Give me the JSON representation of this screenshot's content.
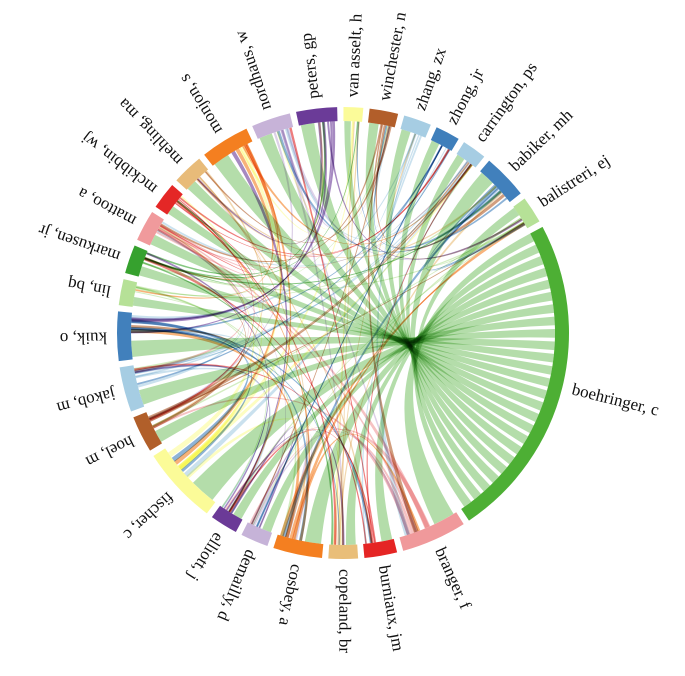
{
  "diagram": {
    "type": "chord",
    "authors": [
      {
        "name": "boehringer, c",
        "color": "#4daf34",
        "weight": 40
      },
      {
        "name": "branger, f",
        "color": "#f0999b",
        "weight": 8
      },
      {
        "name": "burniaux, jm",
        "color": "#e52524",
        "weight": 4
      },
      {
        "name": "copeland, br",
        "color": "#e9be79",
        "weight": 3.6
      },
      {
        "name": "cosbey, a",
        "color": "#f47f20",
        "weight": 6
      },
      {
        "name": "demailly, d",
        "color": "#c6b3d8",
        "weight": 3.4
      },
      {
        "name": "elliott, j",
        "color": "#6b3a97",
        "weight": 3.4
      },
      {
        "name": "fischer, c",
        "color": "#fbfb98",
        "weight": 9.5
      },
      {
        "name": "hoel, m",
        "color": "#b15f2a",
        "weight": 4.5
      },
      {
        "name": "jakob, m",
        "color": "#a6cde3",
        "weight": 5.5
      },
      {
        "name": "kuik, o",
        "color": "#4180bc",
        "weight": 6
      },
      {
        "name": "lin, bq",
        "color": "#b6e197",
        "weight": 3.2
      },
      {
        "name": "markusen, jr",
        "color": "#36a12e",
        "weight": 3.5
      },
      {
        "name": "mattoo, a",
        "color": "#f09a9c",
        "weight": 3.8
      },
      {
        "name": "mckibbin, wj",
        "color": "#e42726",
        "weight": 3.3
      },
      {
        "name": "mehling, ma",
        "color": "#e8bb79",
        "weight": 3.8
      },
      {
        "name": "monjon, s",
        "color": "#f47f20",
        "weight": 6
      },
      {
        "name": "nordhaus, w",
        "color": "#c7b3d8",
        "weight": 4.8
      },
      {
        "name": "peters, gp",
        "color": "#6b3b98",
        "weight": 5
      },
      {
        "name": "van asselt, h",
        "color": "#fbfb99",
        "weight": 2.4
      },
      {
        "name": "winchester, n",
        "color": "#b25e2a",
        "weight": 3.5
      },
      {
        "name": "zhang, zx",
        "color": "#a6cde3",
        "weight": 3.4
      },
      {
        "name": "zhong, jr",
        "color": "#3f7fbb",
        "weight": 3
      },
      {
        "name": "carrington, ps",
        "color": "#a6cde3",
        "weight": 3
      },
      {
        "name": "babiker, mh",
        "color": "#4180bc",
        "weight": 5.5
      },
      {
        "name": "balistreri, ej",
        "color": "#b6e197",
        "weight": 3.3
      }
    ]
  }
}
